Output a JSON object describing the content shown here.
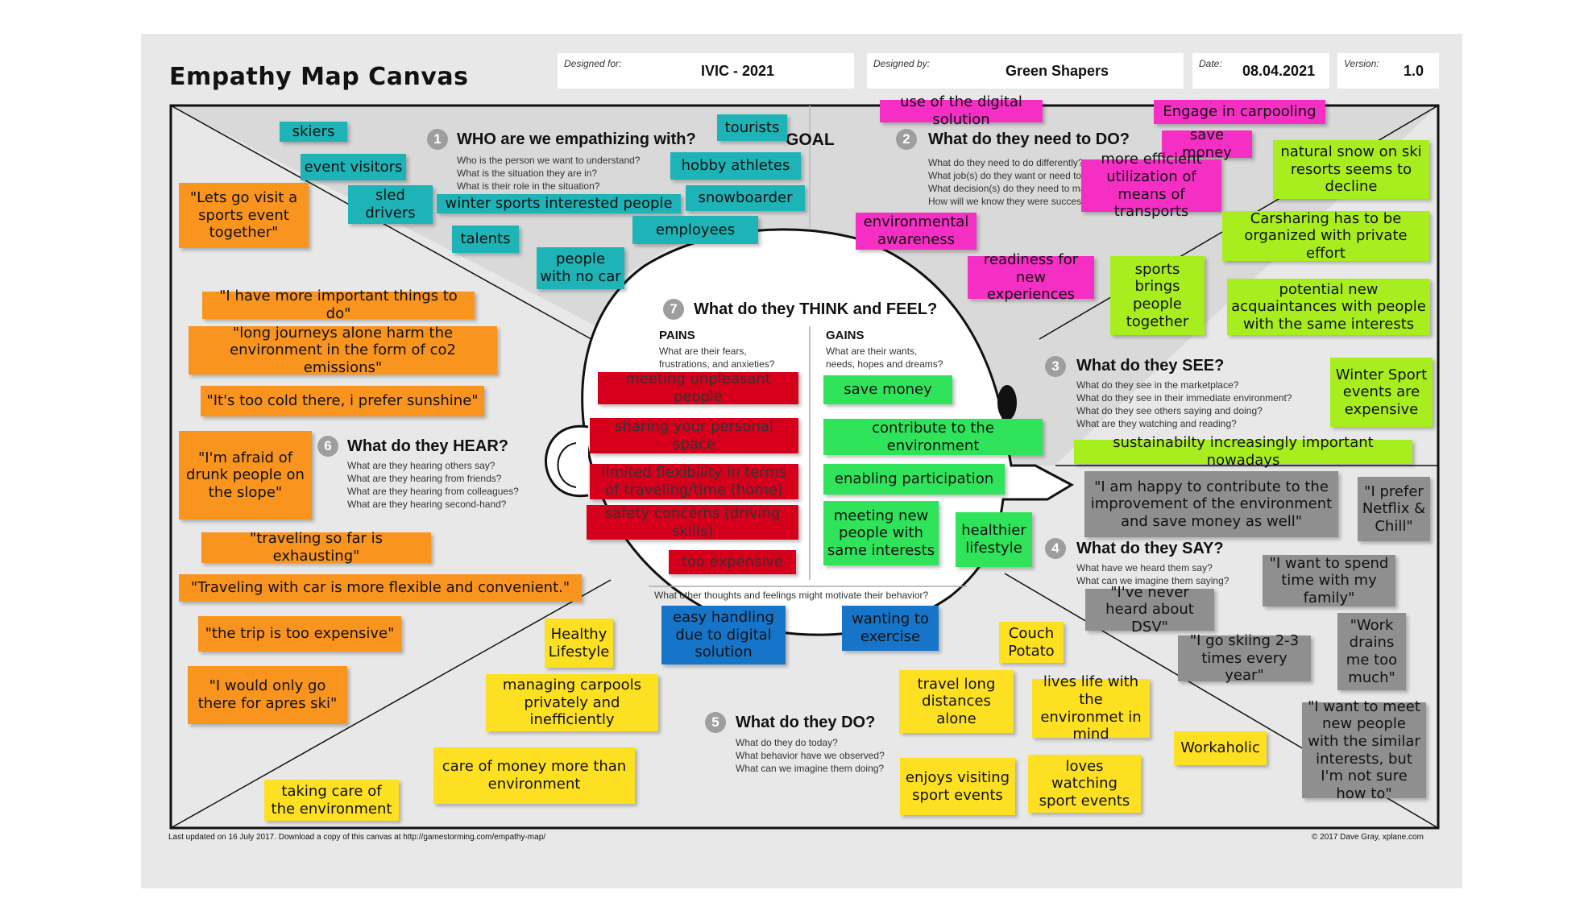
{
  "header": {
    "title": "Empathy Map Canvas",
    "designed_for_label": "Designed for:",
    "designed_for": "IVIC - 2021",
    "designed_by_label": "Designed by:",
    "designed_by": "Green Shapers",
    "date_label": "Date:",
    "date": "08.04.2021",
    "version_label": "Version:",
    "version": "1.0"
  },
  "goal_label": "GOAL",
  "sections": {
    "s1": {
      "num": "1",
      "title": "WHO are we empathizing with?",
      "questions": [
        "Who is the person we want to understand?",
        "What is the situation they are in?",
        "What is their role in the situation?"
      ]
    },
    "s2": {
      "num": "2",
      "title": "What do they need to DO?",
      "questions": [
        "What do they need to do differently?",
        "What job(s) do they want or need to get done?",
        "What decision(s) do they need to make?",
        "How will we know they were successful?"
      ]
    },
    "s3": {
      "num": "3",
      "title": "What do they SEE?",
      "questions": [
        "What do they see in the marketplace?",
        "What do they see in their immediate environment?",
        "What do they see others saying and doing?",
        "What are they watching and reading?"
      ]
    },
    "s4": {
      "num": "4",
      "title": "What do they SAY?",
      "questions": [
        "What have we heard them say?",
        "What can we imagine them saying?"
      ]
    },
    "s5": {
      "num": "5",
      "title": "What do they DO?",
      "questions": [
        "What do they do today?",
        "What behavior have we observed?",
        "What can we imagine them doing?"
      ]
    },
    "s6": {
      "num": "6",
      "title": "What do they HEAR?",
      "questions": [
        "What are they hearing others say?",
        "What are they hearing from friends?",
        "What are they hearing from colleagues?",
        "What are they hearing second-hand?"
      ]
    },
    "s7": {
      "num": "7",
      "title": "What do they THINK and FEEL?",
      "pains_label": "PAINS",
      "pains_desc": [
        "What are their fears,",
        "frustrations, and anxieties?"
      ],
      "gains_label": "GAINS",
      "gains_desc": [
        "What are their wants,",
        "needs, hopes and dreams?"
      ],
      "other": "What other thoughts and feelings might motivate their behavior?"
    }
  },
  "notes": {
    "who": [
      "skiers",
      "event visitors",
      "sled drivers",
      "winter sports interested people",
      "talents",
      "people with no car",
      "tourists",
      "hobby athletes",
      "snowboarder",
      "employees"
    ],
    "need": [
      "use of the digital solution",
      "Engage in carpooling",
      "save money",
      "more efficient utilization of means of transports",
      "environmental awareness",
      "readiness for new experiences"
    ],
    "see": [
      "natural snow on ski resorts seems to decline",
      "Carsharing has to be organized with private effort",
      "sports brings people together",
      "potential new acquaintances with people with the same interests",
      "Winter Sport events are expensive",
      "sustainabilty increasingly important nowadays"
    ],
    "say": [
      "\"I am happy to contribute to the improvement of the environment and save money as well\"",
      "\"I prefer Netflix & Chill\"",
      "\"I want to spend time with my family\"",
      "\"I've never heard about DSV\"",
      "\"I go skiing 2-3 times every year\"",
      "\"Work drains me too much\"",
      "\"I want to meet new people with the similar interests, but I'm not sure how to\""
    ],
    "do": [
      "Healthy Lifestyle",
      "managing carpools privately and inefficiently",
      "care of money more than environment",
      "taking care of the environment",
      "Couch Potato",
      "travel long distances alone",
      "lives life with the environmet in mind",
      "Workaholic",
      "enjoys visiting sport events",
      "loves watching sport events"
    ],
    "hear": [
      "\"Lets go visit a sports event together\"",
      "\"I have more important things to do\"",
      "\"long journeys alone harm the environment in the form of co2 emissions\"",
      "\"It's too cold there, i prefer sunshine\"",
      "\"I'm afraid of drunk people on the slope\"",
      "\"traveling so far is exhausting\"",
      "\"Traveling with car is more flexible and convenient.\"",
      "\"the trip is too expensive\"",
      "\"I would only go there for apres ski\""
    ],
    "pains": [
      "meeting unpleasant people",
      "sharing your personal space",
      "limited flexibility in terms of traveling/time (home)",
      "safety concerns (driving skills)",
      "too expensive"
    ],
    "gains": [
      "save money",
      "contribute to the environment",
      "enabling participation",
      "meeting new people with same interests",
      "healthier lifestyle"
    ],
    "other": [
      "easy handling due to digital solution",
      "wanting to exercise"
    ]
  },
  "footer": {
    "left": "Last updated on 16 July 2017. Download a copy of this canvas at http://gamestorming.com/empathy-map/",
    "right": "© 2017 Dave Gray, xplane.com"
  },
  "colors": {
    "teal": "#1eb3b6",
    "orange": "#f9941e",
    "magenta": "#f52fc4",
    "lime": "#a8ee1e",
    "red": "#d6001c",
    "green": "#2fe35a",
    "blue": "#1674c9",
    "gray": "#8f8f8f",
    "yellow": "#fde022"
  }
}
